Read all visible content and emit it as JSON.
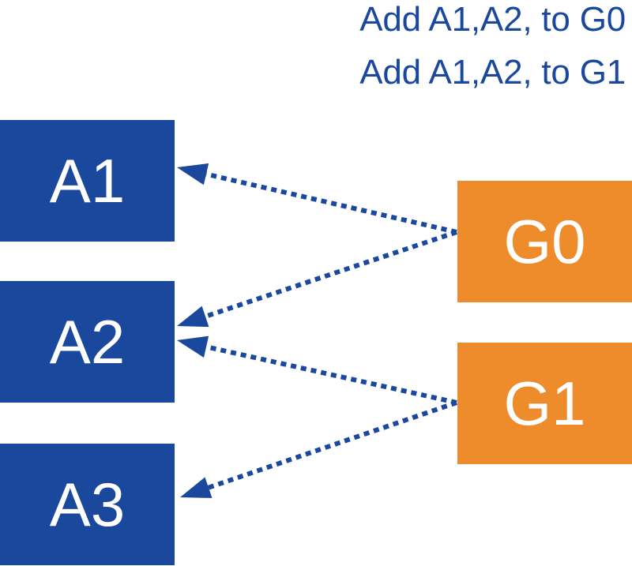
{
  "caption": {
    "line1": "Add A1,A2, to G0",
    "line2": "Add A1,A2, to G1"
  },
  "nodes": {
    "a1": "A1",
    "a2": "A2",
    "a3": "A3",
    "g0": "G0",
    "g1": "G1"
  },
  "edges": [
    {
      "from": "G0",
      "to": "A1"
    },
    {
      "from": "G0",
      "to": "A2"
    },
    {
      "from": "G1",
      "to": "A2"
    },
    {
      "from": "G1",
      "to": "A3"
    }
  ],
  "colors": {
    "a_fill": "#1a489c",
    "g_fill": "#ee8b2b",
    "edge": "#1a489c",
    "caption": "#1a489c"
  }
}
